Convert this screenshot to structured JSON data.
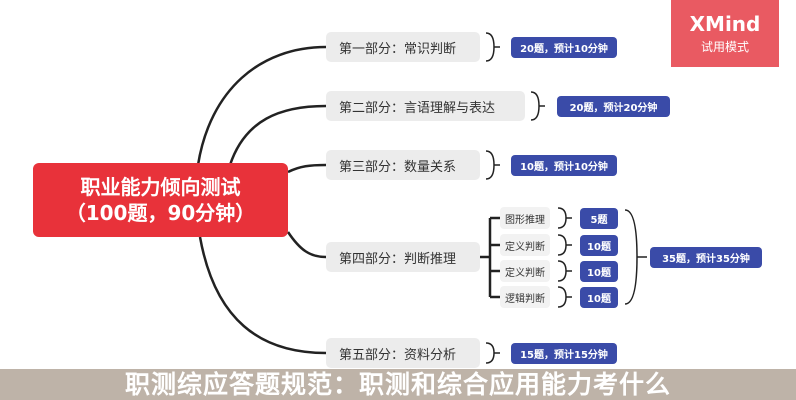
{
  "root": {
    "label": "职业能力倾向测试（100题，90分钟）"
  },
  "branches": [
    {
      "label": "第一部分：常识判断",
      "badge": "20题，预计10分钟"
    },
    {
      "label": "第二部分：言语理解与表达",
      "badge": "20题，预计20分钟"
    },
    {
      "label": "第三部分：数量关系",
      "badge": "10题，预计10分钟"
    },
    {
      "label": "第四部分：判断推理",
      "badge": "35题，预计35分钟",
      "children": [
        {
          "label": "图形推理",
          "badge": "5题"
        },
        {
          "label": "定义判断",
          "badge": "10题"
        },
        {
          "label": "定义判断",
          "badge": "10题"
        },
        {
          "label": "逻辑判断",
          "badge": "10题"
        }
      ]
    },
    {
      "label": "第五部分：资料分析",
      "badge": "15题，预计15分钟"
    }
  ],
  "banner": {
    "title": "职测综应答题规范：职测和综合应用能力考什么"
  },
  "watermark": {
    "brand": "XMind",
    "mode": "试用模式"
  },
  "colors": {
    "root": "#e8323a",
    "badge": "#3a4ba8",
    "logo": "#e95a62"
  }
}
